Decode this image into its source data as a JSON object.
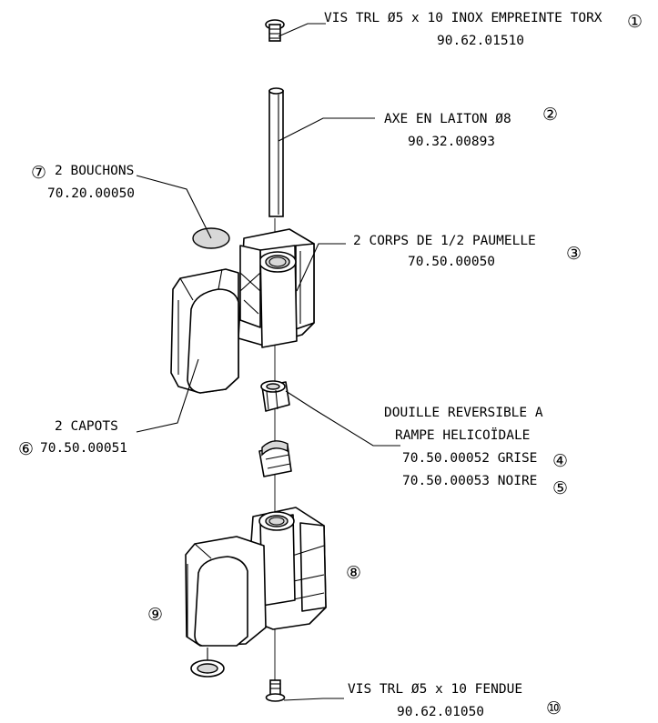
{
  "callouts": [
    {
      "id": "1",
      "number": "①",
      "line1": "VIS TRL Ø5 x 10 INOX EMPREINTE TORX",
      "line2": "90.62.01510"
    },
    {
      "id": "2",
      "number": "②",
      "line1": "AXE EN LAITON Ø8",
      "line2": "90.32.00893"
    },
    {
      "id": "3",
      "number": "③",
      "line1": "2 CORPS DE 1/2 PAUMELLE",
      "line2": "70.50.00050"
    },
    {
      "id": "4",
      "number": "④",
      "line1": "70.50.00052 GRISE"
    },
    {
      "id": "5",
      "number": "⑤",
      "line1": "70.50.00053 NOIRE"
    },
    {
      "id": "6",
      "number": "⑥",
      "line1": "2 CAPOTS",
      "line2": "70.50.00051"
    },
    {
      "id": "7",
      "number": "⑦",
      "line1": "2 BOUCHONS",
      "line2": "70.20.00050"
    },
    {
      "id": "8",
      "number": "⑧"
    },
    {
      "id": "9",
      "number": "⑨"
    },
    {
      "id": "10",
      "number": "⑩",
      "line1": "VIS TRL Ø5 x 10 FENDUE",
      "line2": "90.62.01050"
    }
  ],
  "douille": {
    "line1": "DOUILLE REVERSIBLE A",
    "line2": "RAMPE HELICOÏDALE"
  }
}
